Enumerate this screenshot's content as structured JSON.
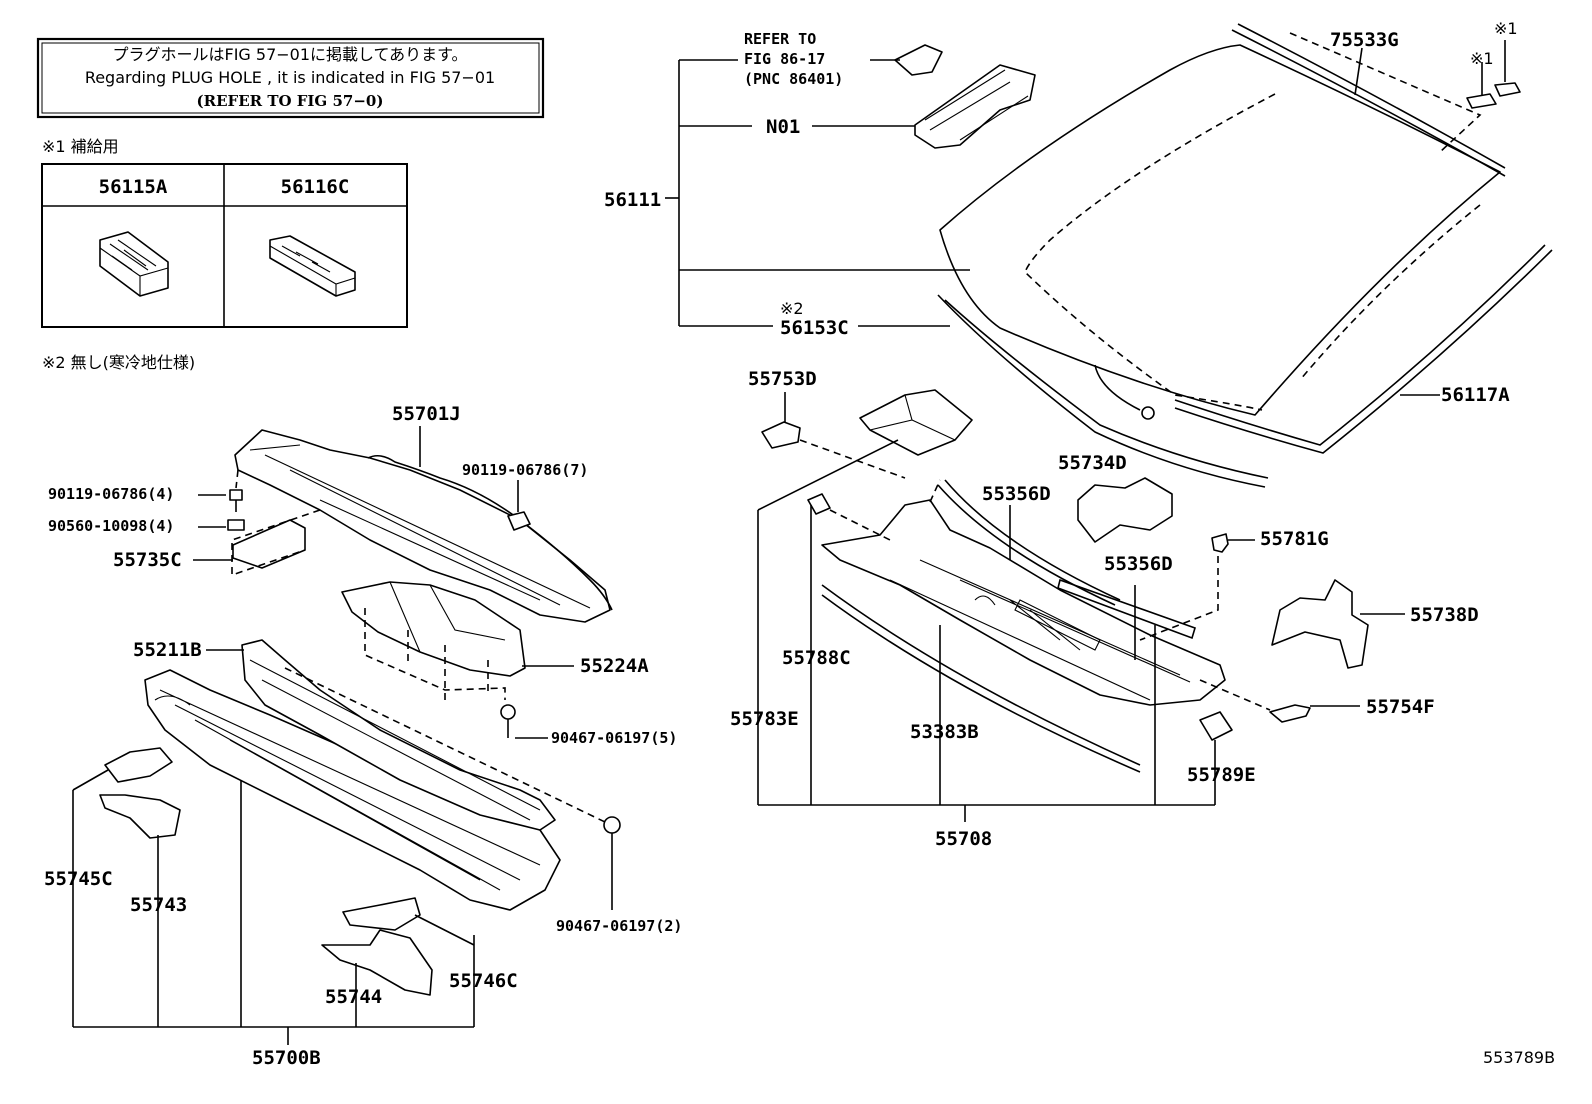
{
  "note_box": {
    "line_jp": "プラグホールはFIG 57−01に掲載してあります。",
    "line_en": "Regarding  PLUG  HOLE , it is indicated in FIG  57−01",
    "line_ref": "(REFER  TO  FIG  57−0)"
  },
  "notes": {
    "note1": "※1 補給用",
    "note2": "※2  無し(寒冷地仕様)"
  },
  "parts_table": {
    "headers": [
      "56115A",
      "56116C"
    ]
  },
  "refer_note": {
    "line1": "REFER  TO",
    "line2": "FIG 86-17",
    "line3": "(PNC 86401)"
  },
  "markers": {
    "mark1a": "※1",
    "mark1b": "※1",
    "mark2": "※2"
  },
  "labels": {
    "p75533G": "75533G",
    "pN01": "N01",
    "p56111": "56111",
    "p56153C": "56153C",
    "p56117A": "56117A",
    "p55753D": "55753D",
    "p55734D": "55734D",
    "p55356D_1": "55356D",
    "p55356D_2": "55356D",
    "p55781G": "55781G",
    "p55738D": "55738D",
    "p55788C": "55788C",
    "p55783E": "55783E",
    "p53383B": "53383B",
    "p55754F": "55754F",
    "p55789E": "55789E",
    "p55708": "55708",
    "p55701J": "55701J",
    "p90119_4": "90119-06786(4)",
    "p90119_7": "90119-06786(7)",
    "p90560": "90560-10098(4)",
    "p55735C": "55735C",
    "p55224A": "55224A",
    "p55211B": "55211B",
    "p90467_5": "90467-06197(5)",
    "p90467_2": "90467-06197(2)",
    "p55745C": "55745C",
    "p55743": "55743",
    "p55744": "55744",
    "p55746C": "55746C",
    "p55700B": "55700B"
  },
  "footer": {
    "illustration_id": "553789B"
  }
}
